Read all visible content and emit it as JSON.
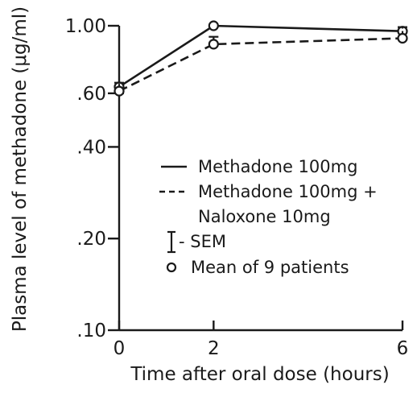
{
  "chart_data": {
    "type": "line",
    "xlabel": "Time after oral dose (hours)",
    "ylabel": "Plasma level of methadone (μg/ml)",
    "y_scale": "log",
    "xlim": [
      0,
      6
    ],
    "ylim": [
      0.1,
      1.0
    ],
    "x_ticks": [
      0,
      2,
      6
    ],
    "x_tick_labels": [
      "0",
      "2",
      "6"
    ],
    "y_ticks": [
      0.1,
      0.2,
      0.4,
      0.6,
      1.0
    ],
    "y_tick_labels": [
      ".10",
      ".20",
      ".40",
      ".60",
      "1.00"
    ],
    "grid": false,
    "legend_position": "center-right",
    "series": [
      {
        "name": "Methadone 100mg",
        "style": "solid",
        "x": [
          0,
          2,
          6
        ],
        "y": [
          0.63,
          1.0,
          0.96
        ],
        "sem": [
          0.03,
          0.0,
          0.04
        ]
      },
      {
        "name": "Methadone 100mg + Naloxone 10mg",
        "style": "dashed",
        "x": [
          0,
          2,
          6
        ],
        "y": [
          0.61,
          0.87,
          0.91
        ],
        "sem": [
          0.04,
          0.05,
          0.08
        ]
      }
    ],
    "legend": {
      "solid_label": "Methadone 100mg",
      "dashed_label_line1": "Methadone 100mg +",
      "dashed_label_line2": "Naloxone 10mg",
      "sem_label": "- SEM",
      "mean_label": "Mean of 9 patients"
    }
  }
}
